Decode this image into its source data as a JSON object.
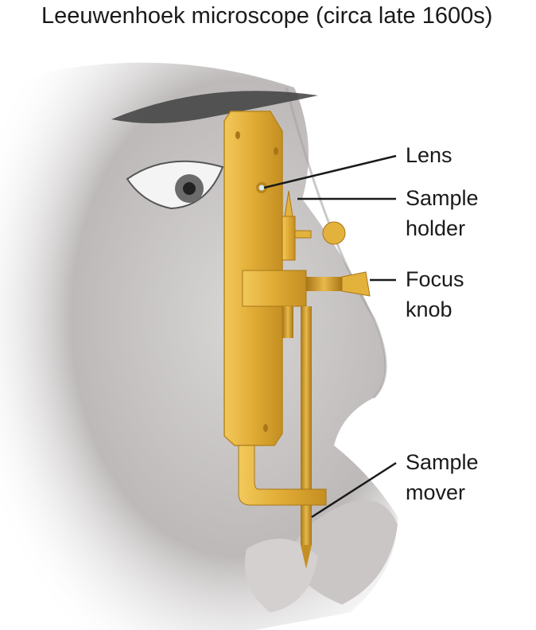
{
  "title": "Leeuwenhoek microscope (circa late 1600s)",
  "labels": [
    {
      "id": "lens",
      "text": "Lens"
    },
    {
      "id": "sample-holder",
      "text": "Sample\nholder"
    },
    {
      "id": "focus-knob",
      "text": "Focus\nknob"
    },
    {
      "id": "sample-mover",
      "text": "Sample\nmover"
    }
  ],
  "colors": {
    "brass": "#e3b23c",
    "brass_dark": "#b8861f",
    "skin": "#cfcccc",
    "skin_shadow": "#9e9a9a",
    "leader": "#1a1a1a"
  }
}
